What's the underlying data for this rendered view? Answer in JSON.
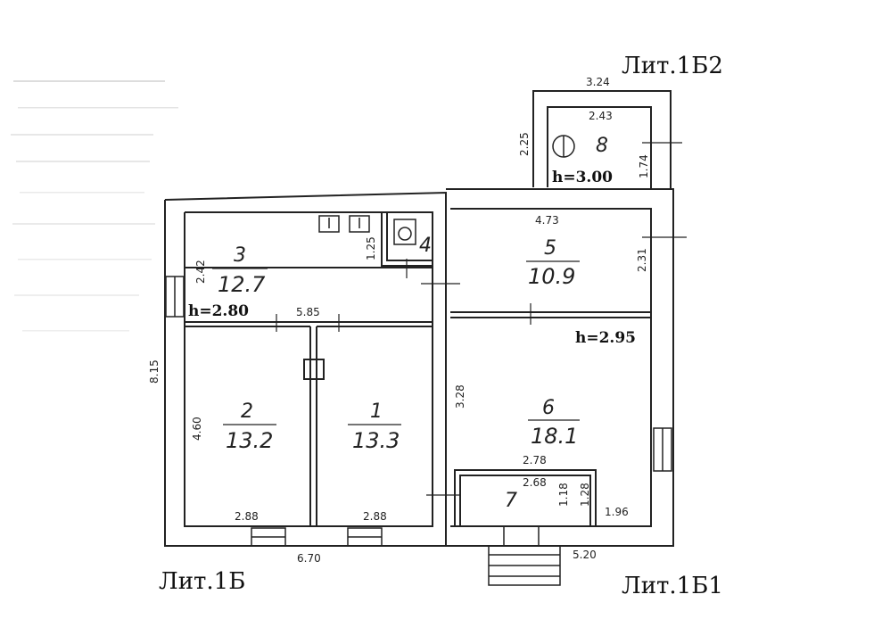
{
  "labels": {
    "lit_1b": "Лит.1Б",
    "lit_1b1": "Лит.1Б1",
    "lit_1b2": "Лит.1Б2"
  },
  "heights": {
    "h_main": "h=2.80",
    "h_1b1": "h=2.95",
    "h_1b2": "h=3.00"
  },
  "rooms": {
    "r1": {
      "number": "1",
      "area": "13.3"
    },
    "r2": {
      "number": "2",
      "area": "13.2"
    },
    "r3": {
      "number": "3",
      "area": "12.7"
    },
    "r4": {
      "number": "4"
    },
    "r5": {
      "number": "5",
      "area": "10.9"
    },
    "r6": {
      "number": "6",
      "area": "18.1"
    },
    "r7": {
      "number": "7"
    },
    "r8": {
      "number": "8"
    }
  },
  "dimensions": {
    "d_324": "3.24",
    "d_243": "2.43",
    "d_225": "2.25",
    "d_174": "1.74",
    "d_473": "4.73",
    "d_231": "2.31",
    "d_242": "2.42",
    "d_125": "1.25",
    "d_585": "5.85",
    "d_815": "8.15",
    "d_460": "4.60",
    "d_328": "3.28",
    "d_288a": "2.88",
    "d_288b": "2.88",
    "d_670": "6.70",
    "d_278": "2.78",
    "d_268": "2.68",
    "d_118": "1.18",
    "d_128": "1.28",
    "d_196": "1.96",
    "d_520": "5.20"
  }
}
